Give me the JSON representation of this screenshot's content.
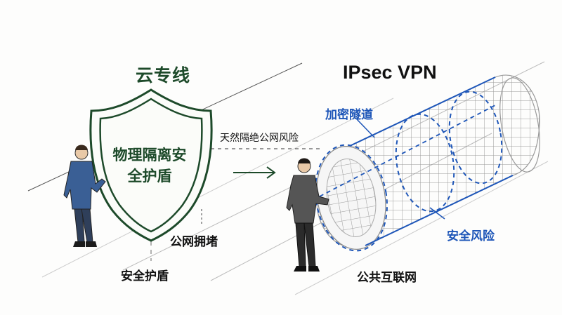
{
  "left": {
    "title": "云专线",
    "shield_label": "物理隔离安全护盾",
    "isolation_label": "天然隔绝公网风险",
    "congestion_label": "公网拥堵",
    "bottom_label": "安全护盾"
  },
  "right": {
    "title": "IPsec VPN",
    "encryption_label": "加密隧道",
    "risk_label": "安全风险",
    "bottom_label": "公共互联网"
  },
  "colors": {
    "shield_green": "#1d4a2a",
    "tunnel_blue": "#1e56b8",
    "mesh_gray": "#8e8e8e",
    "jacket_blue": "#3a5f95",
    "jacket_gray": "#555555"
  },
  "icons": [
    "shield-icon",
    "right-arrow-icon",
    "mesh-tunnel-icon",
    "person-icon"
  ]
}
